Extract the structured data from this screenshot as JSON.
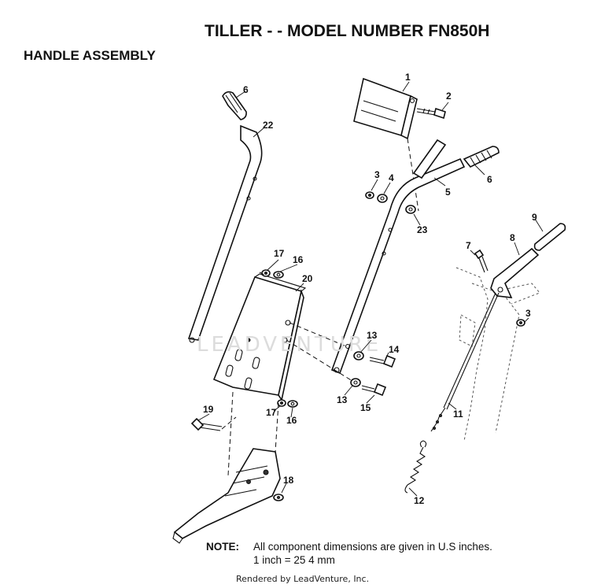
{
  "header": {
    "title": "TILLER - - MODEL NUMBER FN850H",
    "section": "HANDLE ASSEMBLY"
  },
  "callouts": [
    {
      "id": "c1",
      "label": "1"
    },
    {
      "id": "c2",
      "label": "2"
    },
    {
      "id": "c3a",
      "label": "3"
    },
    {
      "id": "c3b",
      "label": "3"
    },
    {
      "id": "c4",
      "label": "4"
    },
    {
      "id": "c5",
      "label": "5"
    },
    {
      "id": "c6a",
      "label": "6"
    },
    {
      "id": "c6b",
      "label": "6"
    },
    {
      "id": "c7",
      "label": "7"
    },
    {
      "id": "c8",
      "label": "8"
    },
    {
      "id": "c9",
      "label": "9"
    },
    {
      "id": "c11",
      "label": "11"
    },
    {
      "id": "c12",
      "label": "12"
    },
    {
      "id": "c13a",
      "label": "13"
    },
    {
      "id": "c13b",
      "label": "13"
    },
    {
      "id": "c14",
      "label": "14"
    },
    {
      "id": "c15",
      "label": "15"
    },
    {
      "id": "c16a",
      "label": "16"
    },
    {
      "id": "c16b",
      "label": "16"
    },
    {
      "id": "c17a",
      "label": "17"
    },
    {
      "id": "c17b",
      "label": "17"
    },
    {
      "id": "c18",
      "label": "18"
    },
    {
      "id": "c19",
      "label": "19"
    },
    {
      "id": "c20",
      "label": "20"
    },
    {
      "id": "c22",
      "label": "22"
    },
    {
      "id": "c23",
      "label": "23"
    }
  ],
  "note": {
    "label": "NOTE:",
    "line1": "All component dimensions are given in U.S inches.",
    "line2": "1 inch = 25 4 mm"
  },
  "footer": {
    "rendered_by": "Rendered by LeadVenture, Inc."
  },
  "colors": {
    "line": "#111111",
    "background": "#ffffff"
  }
}
